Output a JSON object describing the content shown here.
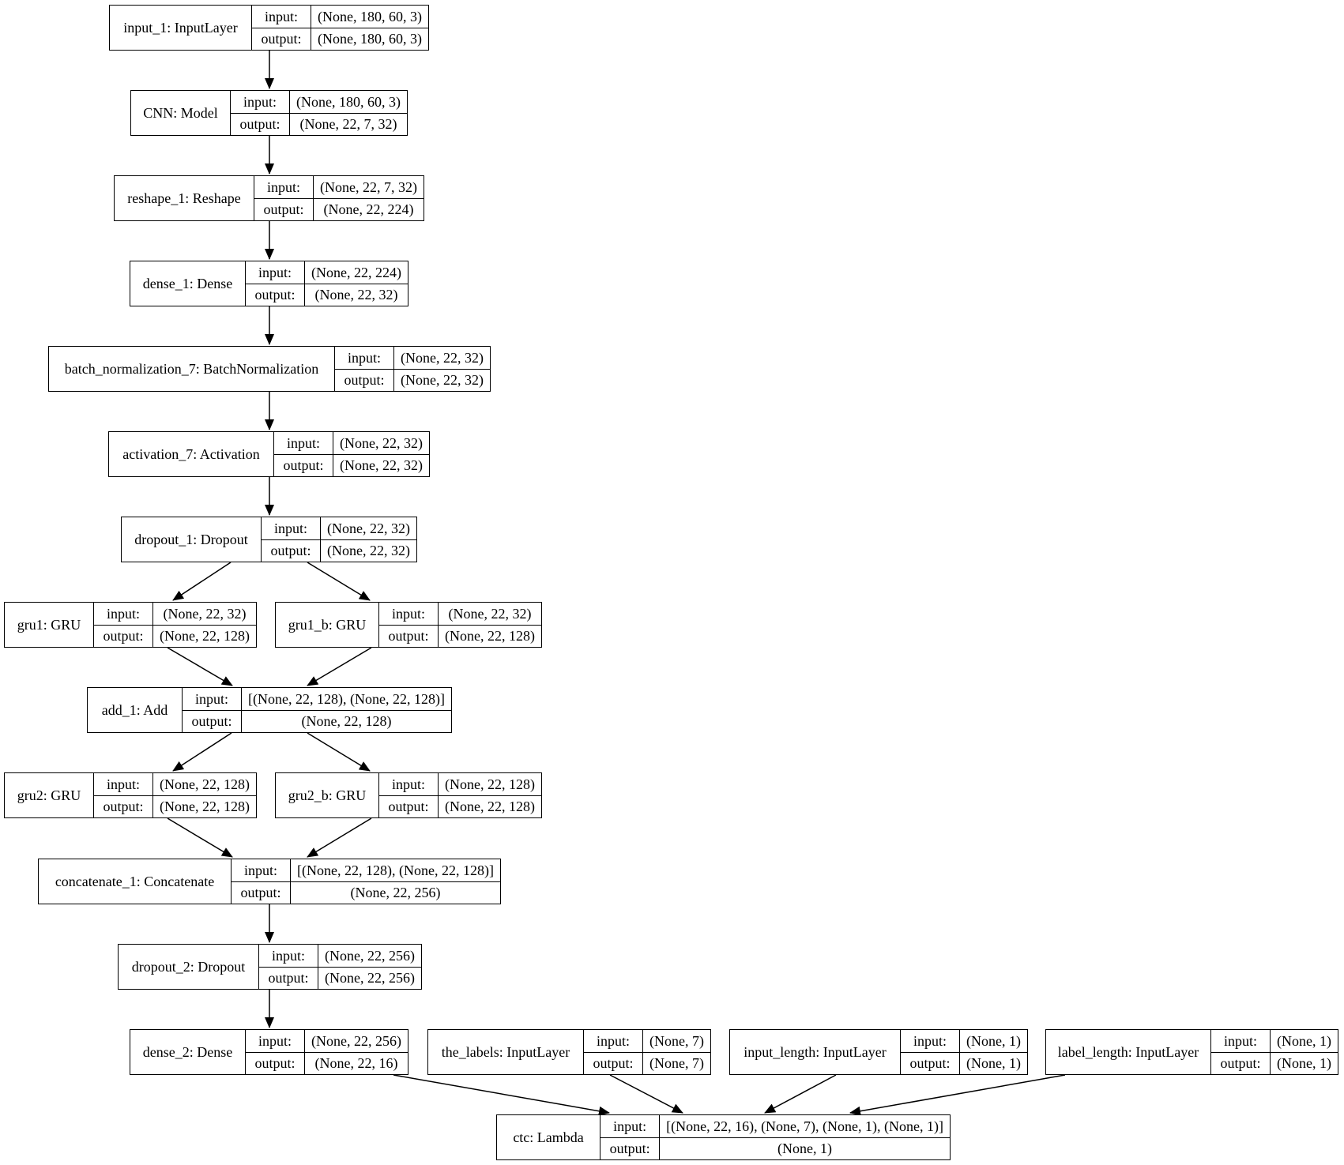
{
  "labels": {
    "input": "input:",
    "output": "output:"
  },
  "nodes": [
    {
      "id": "input_1",
      "name": "input_1: InputLayer",
      "input": "(None, 180, 60, 3)",
      "output": "(None, 180, 60, 3)"
    },
    {
      "id": "cnn",
      "name": "CNN: Model",
      "input": "(None, 180, 60, 3)",
      "output": "(None, 22, 7, 32)"
    },
    {
      "id": "reshape_1",
      "name": "reshape_1: Reshape",
      "input": "(None, 22, 7, 32)",
      "output": "(None, 22, 224)"
    },
    {
      "id": "dense_1",
      "name": "dense_1: Dense",
      "input": "(None, 22, 224)",
      "output": "(None, 22, 32)"
    },
    {
      "id": "batch_normalization_7",
      "name": "batch_normalization_7: BatchNormalization",
      "input": "(None, 22, 32)",
      "output": "(None, 22, 32)"
    },
    {
      "id": "activation_7",
      "name": "activation_7: Activation",
      "input": "(None, 22, 32)",
      "output": "(None, 22, 32)"
    },
    {
      "id": "dropout_1",
      "name": "dropout_1: Dropout",
      "input": "(None, 22, 32)",
      "output": "(None, 22, 32)"
    },
    {
      "id": "gru1",
      "name": "gru1: GRU",
      "input": "(None, 22, 32)",
      "output": "(None, 22, 128)"
    },
    {
      "id": "gru1_b",
      "name": "gru1_b: GRU",
      "input": "(None, 22, 32)",
      "output": "(None, 22, 128)"
    },
    {
      "id": "add_1",
      "name": "add_1: Add",
      "input": "[(None, 22, 128), (None, 22, 128)]",
      "output": "(None, 22, 128)"
    },
    {
      "id": "gru2",
      "name": "gru2: GRU",
      "input": "(None, 22, 128)",
      "output": "(None, 22, 128)"
    },
    {
      "id": "gru2_b",
      "name": "gru2_b: GRU",
      "input": "(None, 22, 128)",
      "output": "(None, 22, 128)"
    },
    {
      "id": "concatenate_1",
      "name": "concatenate_1: Concatenate",
      "input": "[(None, 22, 128), (None, 22, 128)]",
      "output": "(None, 22, 256)"
    },
    {
      "id": "dropout_2",
      "name": "dropout_2: Dropout",
      "input": "(None, 22, 256)",
      "output": "(None, 22, 256)"
    },
    {
      "id": "dense_2",
      "name": "dense_2: Dense",
      "input": "(None, 22, 256)",
      "output": "(None, 22, 16)"
    },
    {
      "id": "the_labels",
      "name": "the_labels: InputLayer",
      "input": "(None, 7)",
      "output": "(None, 7)"
    },
    {
      "id": "input_length",
      "name": "input_length: InputLayer",
      "input": "(None, 1)",
      "output": "(None, 1)"
    },
    {
      "id": "label_length",
      "name": "label_length: InputLayer",
      "input": "(None, 1)",
      "output": "(None, 1)"
    },
    {
      "id": "ctc",
      "name": "ctc: Lambda",
      "input": "[(None, 22, 16), (None, 7), (None, 1), (None, 1)]",
      "output": "(None, 1)"
    }
  ],
  "edges": [
    [
      "input_1",
      "cnn"
    ],
    [
      "cnn",
      "reshape_1"
    ],
    [
      "reshape_1",
      "dense_1"
    ],
    [
      "dense_1",
      "batch_normalization_7"
    ],
    [
      "batch_normalization_7",
      "activation_7"
    ],
    [
      "activation_7",
      "dropout_1"
    ],
    [
      "dropout_1",
      "gru1"
    ],
    [
      "dropout_1",
      "gru1_b"
    ],
    [
      "gru1",
      "add_1"
    ],
    [
      "gru1_b",
      "add_1"
    ],
    [
      "add_1",
      "gru2"
    ],
    [
      "add_1",
      "gru2_b"
    ],
    [
      "gru2",
      "concatenate_1"
    ],
    [
      "gru2_b",
      "concatenate_1"
    ],
    [
      "concatenate_1",
      "dropout_2"
    ],
    [
      "dropout_2",
      "dense_2"
    ],
    [
      "dense_2",
      "ctc"
    ],
    [
      "the_labels",
      "ctc"
    ],
    [
      "input_length",
      "ctc"
    ],
    [
      "label_length",
      "ctc"
    ]
  ]
}
